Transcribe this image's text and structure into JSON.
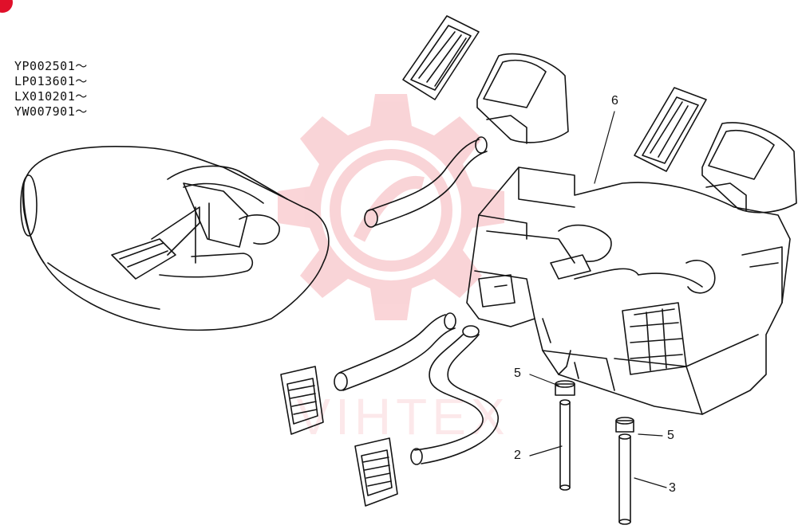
{
  "serial_ranges": [
    "YP002501～",
    "LP013601～",
    "LX010201～",
    "YW007901～"
  ],
  "callouts": [
    {
      "id": "callout-6",
      "label": "6"
    },
    {
      "id": "callout-5-left",
      "label": "5"
    },
    {
      "id": "callout-5-right",
      "label": "5"
    },
    {
      "id": "callout-2",
      "label": "2"
    },
    {
      "id": "callout-3",
      "label": "3"
    }
  ],
  "watermark": {
    "text": "VIHTEX",
    "color": "#e8424f"
  },
  "colors": {
    "line": "#141414",
    "badge": "#e0102a"
  }
}
